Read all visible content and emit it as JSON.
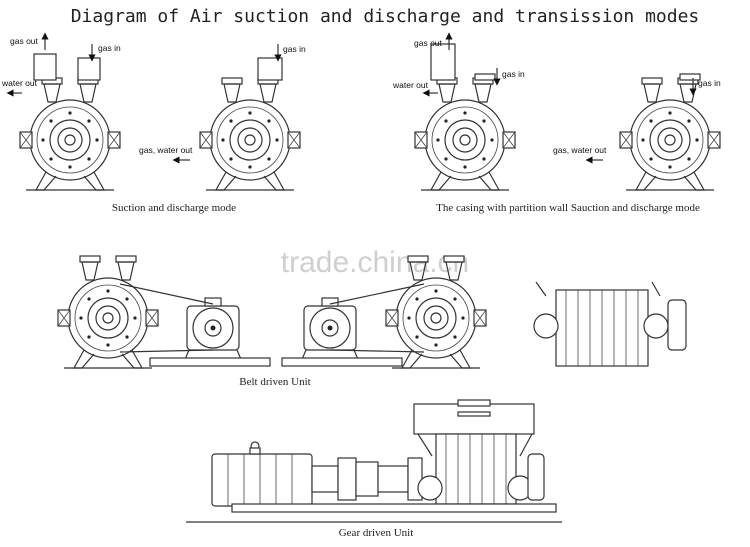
{
  "title": "Diagram of Air suction and discharge and transission modes",
  "watermark": "trade.china.cn",
  "captions": {
    "suction_discharge": "Suction and discharge mode",
    "partition_wall": "The casing with partition wall Sauction and discharge mode",
    "belt": "Belt driven Unit",
    "gear": "Gear driven Unit"
  },
  "flow_labels": {
    "gas_out": "gas out",
    "gas_in": "gas in",
    "water_out": "water out",
    "gas_water_out": "gas, water out"
  },
  "colors": {
    "line": "#333333",
    "arrow": "#111111",
    "watermark": "#cfcfcf"
  }
}
